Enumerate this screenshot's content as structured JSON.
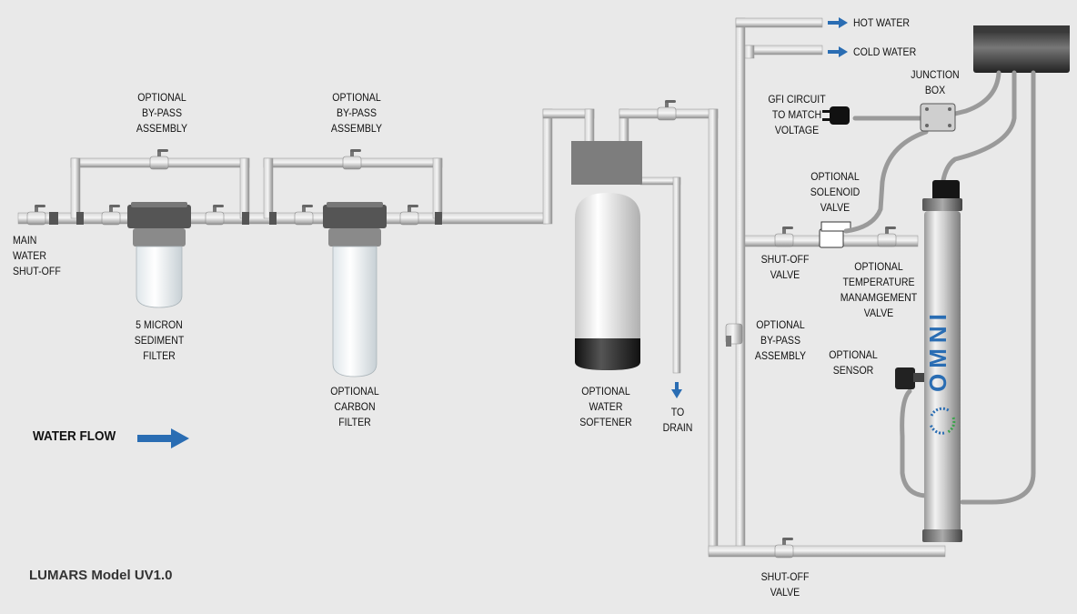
{
  "title": "LUMARS Model UV1.0",
  "legend": {
    "water_flow": "WATER FLOW"
  },
  "labels": {
    "main_shutoff": [
      "MAIN",
      "WATER",
      "SHUT-OFF"
    ],
    "bypass1": [
      "OPTIONAL",
      "BY-PASS",
      "ASSEMBLY"
    ],
    "bypass2": [
      "OPTIONAL",
      "BY-PASS",
      "ASSEMBLY"
    ],
    "sediment_filter": [
      "5 MICRON",
      "SEDIMENT",
      "FILTER"
    ],
    "carbon_filter": [
      "OPTIONAL",
      "CARBON",
      "FILTER"
    ],
    "water_softener": [
      "OPTIONAL",
      "WATER",
      "SOFTENER"
    ],
    "to_drain": [
      "TO",
      "DRAIN"
    ],
    "hot_water": "HOT WATER",
    "cold_water": "COLD WATER",
    "junction_box": [
      "JUNCTION",
      "BOX"
    ],
    "gfi_circuit": [
      "GFI CIRCUIT",
      "TO MATCH",
      "VOLTAGE"
    ],
    "solenoid_valve": [
      "OPTIONAL",
      "SOLENOID",
      "VALVE"
    ],
    "shutoff_valve_upper": [
      "SHUT-OFF",
      "VALVE"
    ],
    "temp_valve": [
      "OPTIONAL",
      "TEMPERATURE",
      "MANAMGEMENT",
      "VALVE"
    ],
    "bypass3": [
      "OPTIONAL",
      "BY-PASS",
      "ASSEMBLY"
    ],
    "sensor": [
      "OPTIONAL",
      "SENSOR"
    ],
    "shutoff_valve_lower": [
      "SHUT-OFF",
      "VALVE"
    ]
  },
  "brand_text": "OMNI",
  "colors": {
    "flow_arrow": "#2a6db3",
    "pipe": "#b3b3b3",
    "background": "#e9e9e9"
  }
}
